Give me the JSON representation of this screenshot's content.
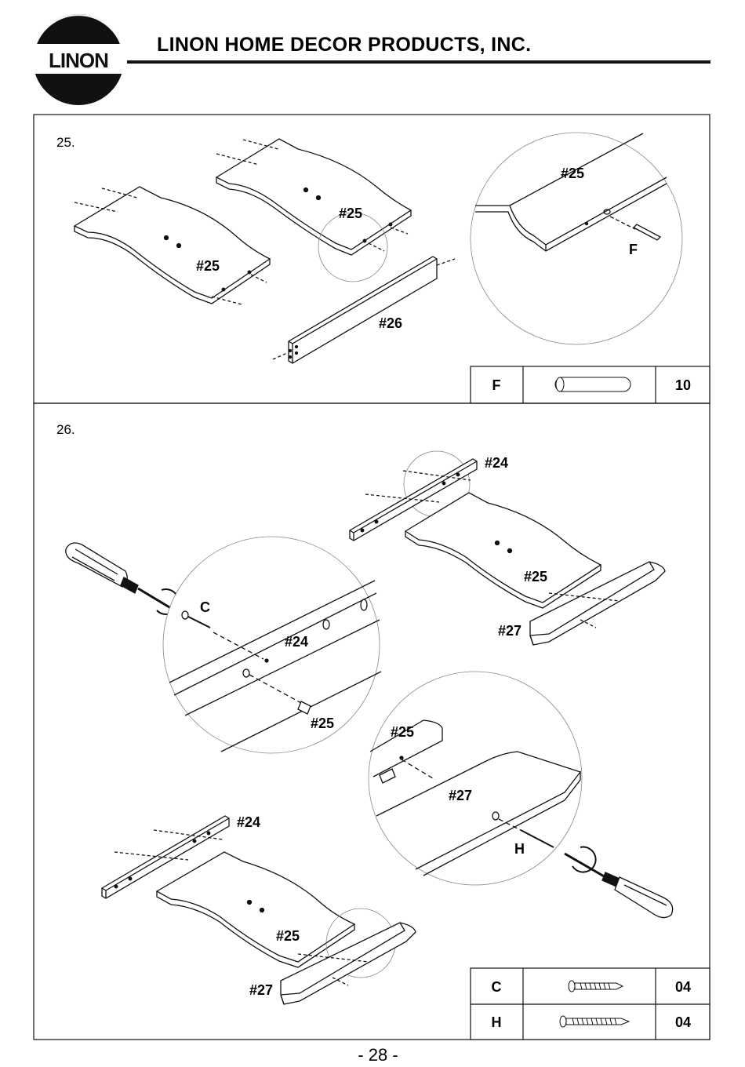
{
  "header": {
    "logo_text": "LINON",
    "company": "LINON HOME DECOR PRODUCTS, INC."
  },
  "step25": {
    "number": "25.",
    "labels": {
      "panel_a": "#25",
      "panel_b": "#25",
      "rail": "#26",
      "detail_panel": "#25",
      "detail_dowel": "F"
    },
    "hardware": [
      {
        "code": "F",
        "icon": "dowel-icon",
        "qty": "10"
      }
    ]
  },
  "step26": {
    "number": "26.",
    "labels": {
      "top_rail": "#24",
      "top_panel": "#25",
      "top_foot": "#27",
      "detail1_screw": "C",
      "detail1_rail": "#24",
      "detail1_panel": "#25",
      "detail2_panel": "#25",
      "detail2_foot": "#27",
      "detail2_screw": "H",
      "bottom_rail": "#24",
      "bottom_panel": "#25",
      "bottom_foot": "#27"
    },
    "hardware": [
      {
        "code": "C",
        "icon": "short-screw-icon",
        "qty": "04"
      },
      {
        "code": "H",
        "icon": "long-screw-icon",
        "qty": "04"
      }
    ]
  },
  "footer": {
    "page_number": "- 28 -"
  }
}
